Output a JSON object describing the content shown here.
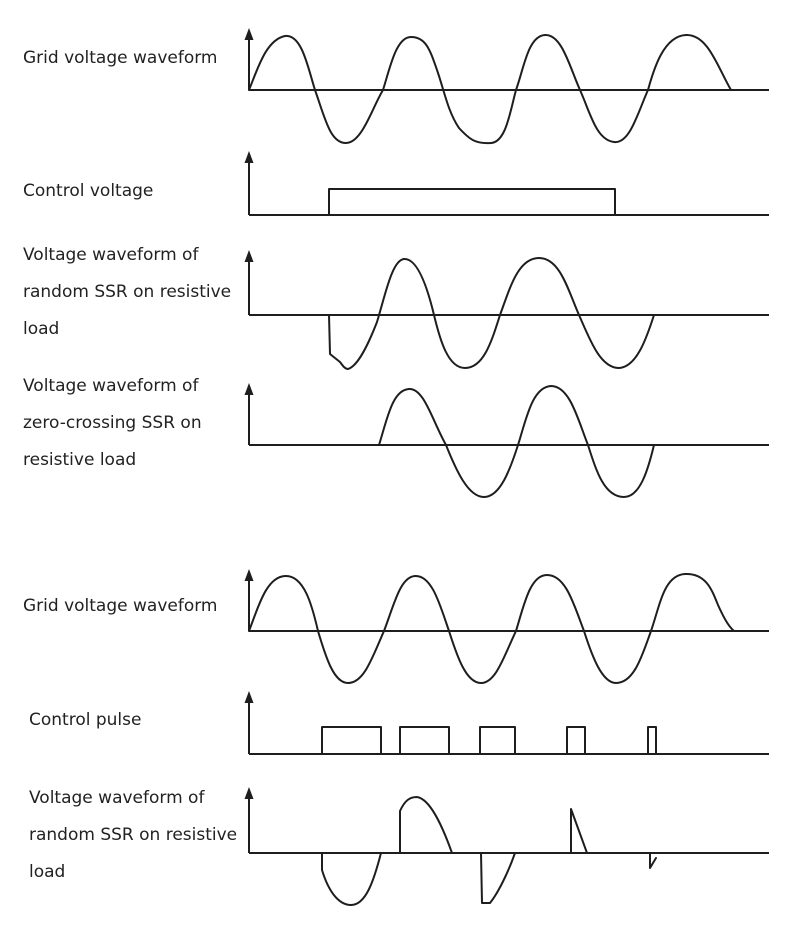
{
  "top_section": {
    "grid_label": [
      "Grid voltage waveform"
    ],
    "control_label": [
      "Control voltage"
    ],
    "random_label": [
      "Voltage waveform of",
      "random SSR on resistive",
      "load"
    ],
    "zero_label": [
      "Voltage waveform of",
      "zero-crossing SSR on",
      "resistive load"
    ]
  },
  "bottom_section": {
    "grid_label": [
      "Grid voltage waveform"
    ],
    "pulse_label": [
      "Control pulse"
    ],
    "random_label": [
      "Voltage waveform of",
      "random SSR on resistive",
      "load"
    ]
  },
  "colors": {
    "line": "#1e1e1e",
    "text": "#222222",
    "background": "#ffffff"
  }
}
